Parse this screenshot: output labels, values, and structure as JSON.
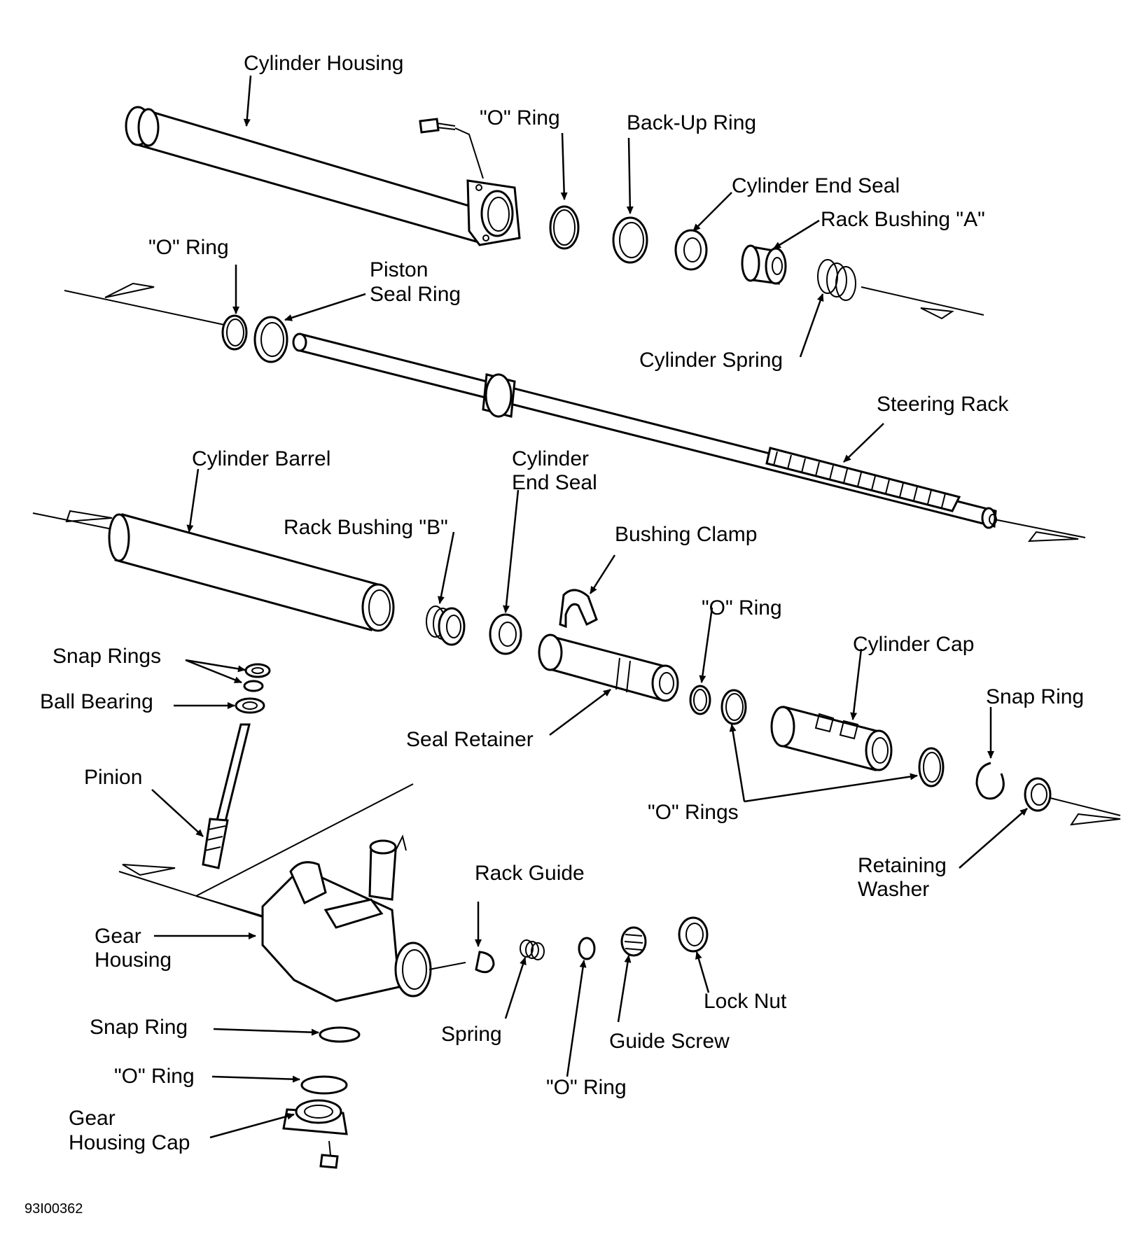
{
  "labels": {
    "cylinder_housing": "Cylinder Housing",
    "o_ring_top": "\"O\" Ring",
    "back_up_ring": "Back-Up Ring",
    "cylinder_end_seal_top": "Cylinder End Seal",
    "rack_bushing_a": "Rack Bushing \"A\"",
    "o_ring_left": "\"O\" Ring",
    "piston_seal_ring_1": "Piston",
    "piston_seal_ring_2": "Seal Ring",
    "cylinder_spring": "Cylinder Spring",
    "steering_rack": "Steering Rack",
    "cylinder_barrel": "Cylinder Barrel",
    "cylinder_end_seal_mid_1": "Cylinder",
    "cylinder_end_seal_mid_2": "End Seal",
    "rack_bushing_b": "Rack Bushing \"B\"",
    "bushing_clamp": "Bushing Clamp",
    "o_ring_mid": "\"O\" Ring",
    "cylinder_cap": "Cylinder Cap",
    "snap_rings": "Snap Rings",
    "ball_bearing": "Ball Bearing",
    "seal_retainer": "Seal Retainer",
    "snap_ring_right": "Snap Ring",
    "pinion": "Pinion",
    "o_rings": "\"O\" Rings",
    "retaining_washer_1": "Retaining",
    "retaining_washer_2": "Washer",
    "rack_guide": "Rack Guide",
    "gear_housing_1": "Gear",
    "gear_housing_2": "Housing",
    "lock_nut": "Lock Nut",
    "spring": "Spring",
    "guide_screw": "Guide Screw",
    "snap_ring_bottom": "Snap Ring",
    "o_ring_bottom_left": "\"O\" Ring",
    "o_ring_bottom": "\"O\" Ring",
    "gear_housing_cap_1": "Gear",
    "gear_housing_cap_2": "Housing Cap"
  },
  "figure_code": "93I00362"
}
